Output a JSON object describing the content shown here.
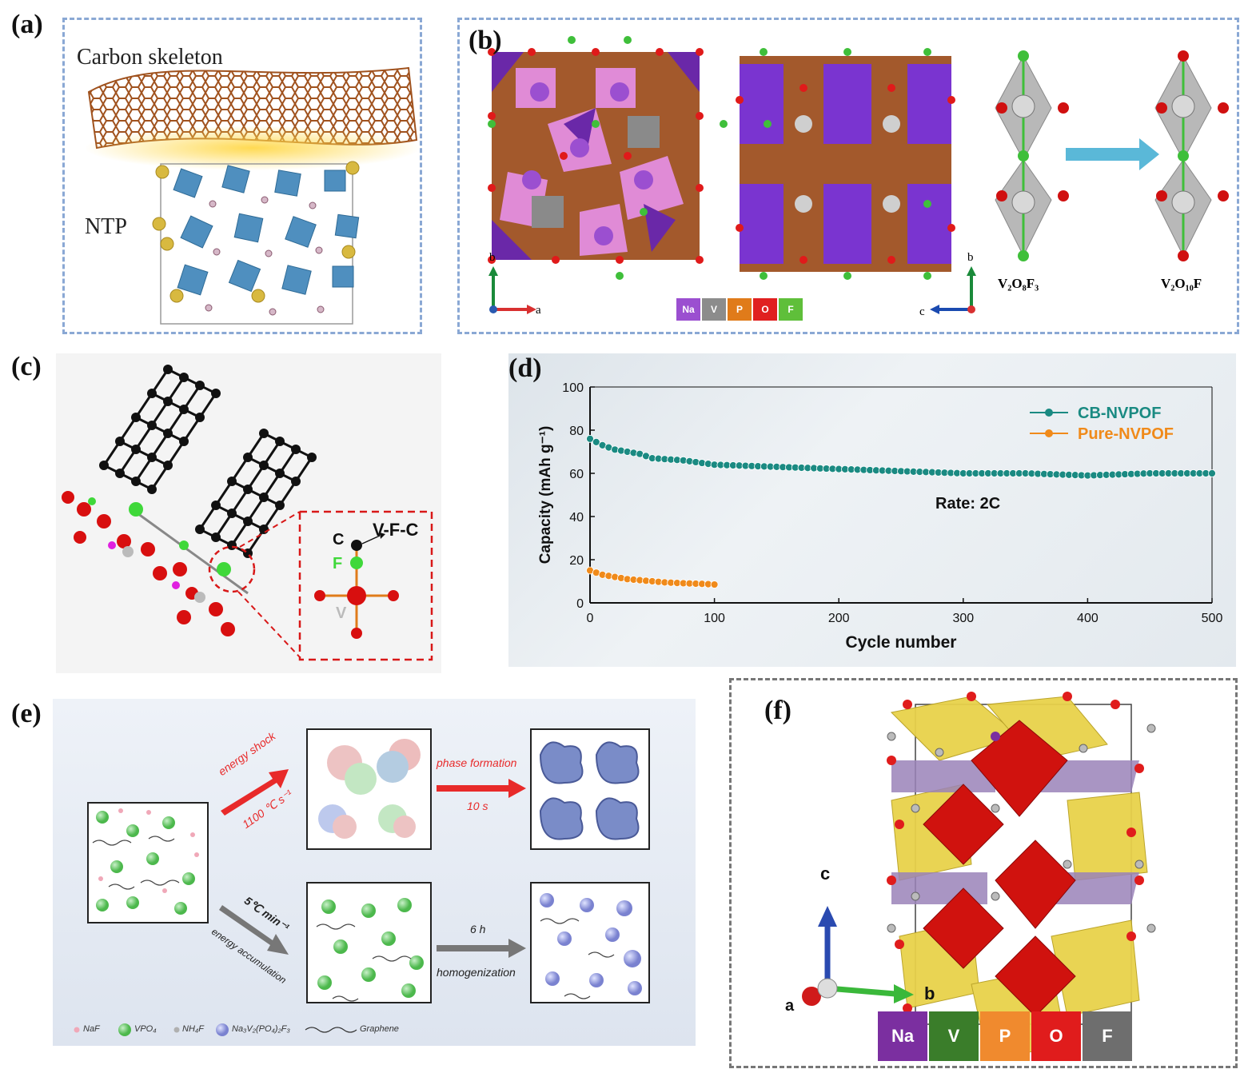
{
  "panels": {
    "a": {
      "label": "(a)",
      "top_text": "Carbon skeleton",
      "bottom_text": "NTP"
    },
    "b": {
      "label": "(b)",
      "axis1": {
        "up": "b",
        "right": "a"
      },
      "axis2": {
        "up": "b",
        "left": "c"
      },
      "formula1": "V₂O₈F₃",
      "formula2": "V₂O₁₀F",
      "legend": [
        {
          "t": "Na",
          "c": "#9b4fd0"
        },
        {
          "t": "V",
          "c": "#8c8c8c"
        },
        {
          "t": "P",
          "c": "#e07b1a"
        },
        {
          "t": "O",
          "c": "#e02020"
        },
        {
          "t": "F",
          "c": "#5fbf3a"
        }
      ]
    },
    "c": {
      "label": "(c)",
      "bond": "V-F-C",
      "atom_c": "C",
      "atom_f": "F",
      "atom_v": "V"
    },
    "d": {
      "label": "(d)"
    },
    "e": {
      "label": "(e)",
      "arrow1_a": "energy shock",
      "arrow1_b": "1100 ℃ s⁻¹",
      "arrow2_a": "phase formation",
      "arrow2_b": "10 s",
      "arrow3_a": "5℃ min⁻¹",
      "arrow3_b": "energy accumulation",
      "arrow4_a": "6 h",
      "arrow4_b": "homogenization",
      "legend": [
        "NaF",
        "VPO₄",
        "NH₄F",
        "Na₃V₂(PO₄)₂F₃",
        "Graphene"
      ]
    },
    "f": {
      "label": "(f)",
      "axis": {
        "up": "c",
        "right": "b",
        "out": "a"
      },
      "legend": [
        {
          "t": "Na",
          "c": "#7b2fa0"
        },
        {
          "t": "V",
          "c": "#3a7d2a"
        },
        {
          "t": "P",
          "c": "#f08a2e"
        },
        {
          "t": "O",
          "c": "#e01c1c"
        },
        {
          "t": "F",
          "c": "#6e6e6e"
        }
      ]
    }
  },
  "chart_data": {
    "type": "scatter",
    "xlabel": "Cycle number",
    "ylabel": "Capacity (mAh g⁻¹)",
    "xlim": [
      0,
      500
    ],
    "ylim": [
      0,
      100
    ],
    "xticks": [
      0,
      100,
      200,
      300,
      400,
      500
    ],
    "yticks": [
      0,
      20,
      40,
      60,
      80,
      100
    ],
    "annotation": "Rate: 2C",
    "legend_position": "top-right",
    "series": [
      {
        "name": "CB-NVPOF",
        "color": "#1a8a82",
        "x": [
          0,
          10,
          20,
          30,
          40,
          50,
          75,
          100,
          150,
          200,
          250,
          300,
          350,
          400,
          450,
          500
        ],
        "y": [
          76,
          73,
          71,
          70,
          69,
          67,
          66,
          64,
          63,
          62,
          61,
          60,
          60,
          59,
          60,
          60
        ]
      },
      {
        "name": "Pure-NVPOF",
        "color": "#f08a1a",
        "x": [
          0,
          10,
          20,
          30,
          40,
          50,
          60,
          70,
          80,
          90,
          100
        ],
        "y": [
          15,
          13,
          12,
          11,
          10.5,
          10,
          9.5,
          9.2,
          9,
          8.8,
          8.5
        ]
      }
    ]
  }
}
